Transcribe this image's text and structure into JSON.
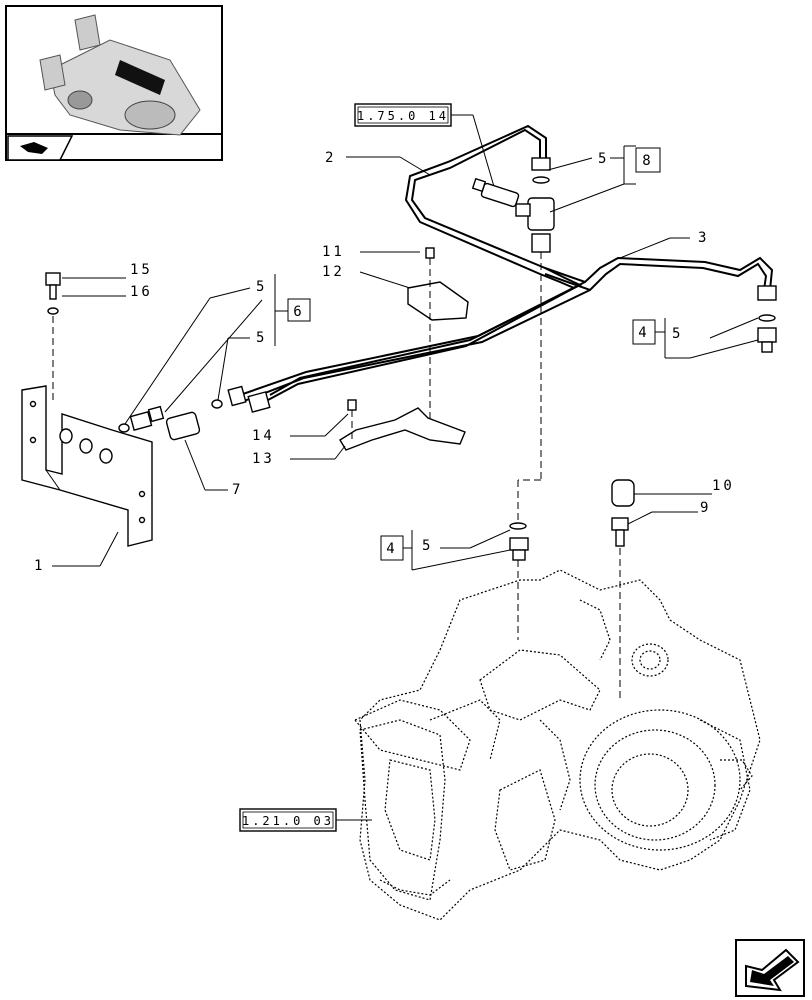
{
  "references": {
    "ref_top": "1.75.0 14",
    "ref_bottom": "1.21.0 03"
  },
  "callouts": {
    "c2": "2",
    "c3": "3",
    "c5a": "5",
    "c8": "8",
    "c4a": "4",
    "c5b": "5",
    "c11": "11",
    "c12": "12",
    "c15": "15",
    "c16": "16",
    "c5c": "5",
    "c6": "6",
    "c5d": "5",
    "c14": "14",
    "c13": "13",
    "c7": "7",
    "c1": "1",
    "c10": "10",
    "c9": "9",
    "c4b": "4",
    "c5e": "5"
  },
  "icons": {
    "thumbnail": "tractor-overview-thumbnail",
    "nav_top": "navigation-arrow-icon",
    "nav_bottom": "next-page-arrow-icon"
  }
}
